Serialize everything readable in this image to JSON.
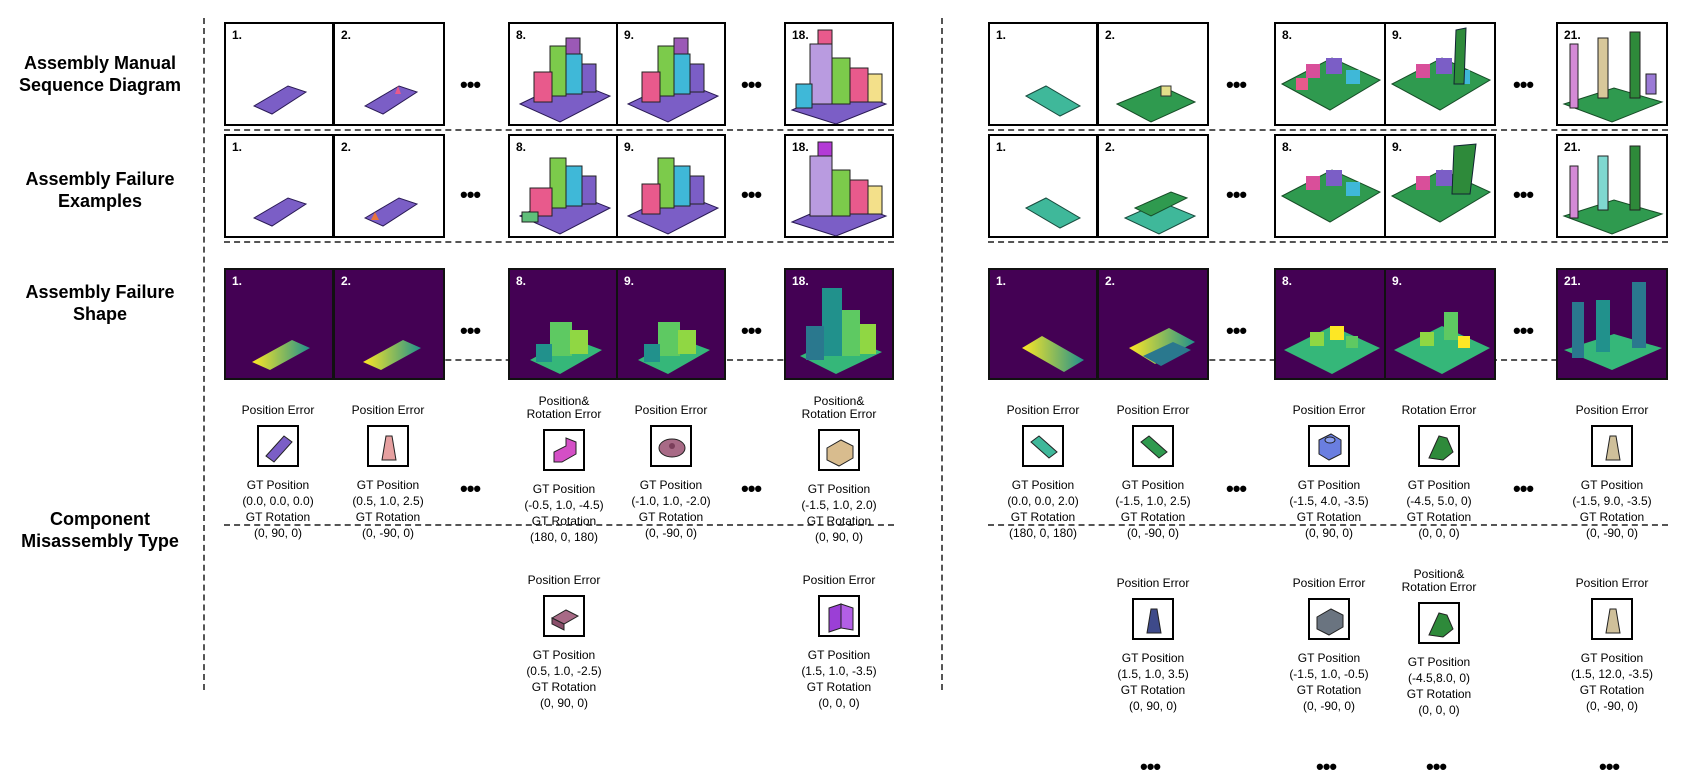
{
  "row_labels": {
    "manual": "Assembly Manual\nSequence Diagram",
    "failure_examples": "Assembly Failure\nExamples",
    "failure_shape": "Assembly Failure\nShape",
    "misassembly": "Component\nMisassembly Type"
  },
  "ellipsis": "•••",
  "left": {
    "steps": [
      "1.",
      "2.",
      "8.",
      "9.",
      "18."
    ],
    "colors": {
      "base": "#7b5ec6",
      "accent": "#e85a8c",
      "green": "#7ccb4b"
    },
    "cards_row1": [
      {
        "error": "Position Error",
        "icon": "purple-plate-icon",
        "gt_pos_label": "GT Position",
        "gt_pos": "(0.0, 0.0, 0.0)",
        "gt_rot_label": "GT Rotation",
        "gt_rot": "(0, 90, 0)"
      },
      {
        "error": "Position Error",
        "icon": "pink-cone-icon",
        "gt_pos_label": "GT Position",
        "gt_pos": "(0.5, 1.0, 2.5)",
        "gt_rot_label": "GT Rotation",
        "gt_rot": "(0, -90, 0)"
      },
      {
        "error": "Position&\nRotation Error",
        "icon": "magenta-bracket-icon",
        "gt_pos_label": "GT Position",
        "gt_pos": "(-0.5, 1.0, -4.5)",
        "gt_rot_label": "GT Rotation",
        "gt_rot": "(180, 0, 180)"
      },
      {
        "error": "Position Error",
        "icon": "mauve-round-plate-icon",
        "gt_pos_label": "GT Position",
        "gt_pos": "(-1.0, 1.0, -2.0)",
        "gt_rot_label": "GT Rotation",
        "gt_rot": "(0, -90, 0)"
      },
      {
        "error": "Position&\nRotation Error",
        "icon": "tan-brick-icon",
        "gt_pos_label": "GT Position",
        "gt_pos": "(-1.5, 1.0, 2.0)",
        "gt_rot_label": "GT Rotation",
        "gt_rot": "(0, 90, 0)"
      }
    ],
    "cards_row2": [
      {
        "error": "Position Error",
        "icon": "mauve-square-plate-icon",
        "gt_pos_label": "GT Position",
        "gt_pos": "(0.5, 1.0, -2.5)",
        "gt_rot_label": "GT Rotation",
        "gt_rot": "(0, 90, 0)"
      },
      {
        "error": "Position Error",
        "icon": "purple-book-icon",
        "gt_pos_label": "GT Position",
        "gt_pos": "(1.5, 1.0, -3.5)",
        "gt_rot_label": "GT Rotation",
        "gt_rot": "(0, 0, 0)"
      }
    ]
  },
  "right": {
    "steps": [
      "1.",
      "2.",
      "8.",
      "9.",
      "21."
    ],
    "colors": {
      "base": "#3fb89a",
      "accent": "#2f9a4f",
      "green": "#2e8a3a"
    },
    "cards_row1": [
      {
        "error": "Position Error",
        "icon": "teal-plate-icon",
        "gt_pos_label": "GT Position",
        "gt_pos": "(0.0, 0.0, 2.0)",
        "gt_rot_label": "GT Rotation",
        "gt_rot": "(180, 0, 180)"
      },
      {
        "error": "Position Error",
        "icon": "green-plate-icon",
        "gt_pos_label": "GT Position",
        "gt_pos": "(-1.5, 1.0, 2.5)",
        "gt_rot_label": "GT Rotation",
        "gt_rot": "(0, -90, 0)"
      },
      {
        "error": "Position Error",
        "icon": "blue-brick-icon",
        "gt_pos_label": "GT Position",
        "gt_pos": "(-1.5, 4.0, -3.5)",
        "gt_rot_label": "GT Rotation",
        "gt_rot": "(0, 90, 0)"
      },
      {
        "error": "Rotation Error",
        "icon": "green-slope-icon",
        "gt_pos_label": "GT Position",
        "gt_pos": "(-4.5, 5.0, 0)",
        "gt_rot_label": "GT Rotation",
        "gt_rot": "(0, 0, 0)"
      },
      {
        "error": "Position Error",
        "icon": "tan-cone-icon",
        "gt_pos_label": "GT Position",
        "gt_pos": "(-1.5, 9.0, -3.5)",
        "gt_rot_label": "GT Rotation",
        "gt_rot": "(0, -90, 0)"
      }
    ],
    "cards_row2": [
      {
        "error": "Position Error",
        "icon": "navy-cone-icon",
        "gt_pos_label": "GT Position",
        "gt_pos": "(1.5, 1.0, 3.5)",
        "gt_rot_label": "GT Rotation",
        "gt_rot": "(0, 90, 0)"
      },
      {
        "error": "Position Error",
        "icon": "gray-brick-icon",
        "gt_pos_label": "GT Position",
        "gt_pos": "(-1.5, 1.0, -0.5)",
        "gt_rot_label": "GT Rotation",
        "gt_rot": "(0, -90, 0)"
      },
      {
        "error": "Position&\nRotation Error",
        "icon": "green-slope-icon",
        "gt_pos_label": "GT Position",
        "gt_pos": "(-4.5,8.0, 0)",
        "gt_rot_label": "GT Rotation",
        "gt_rot": "(0, 0, 0)"
      },
      {
        "error": "Position Error",
        "icon": "tan-cone-icon",
        "gt_pos_label": "GT Position",
        "gt_pos": "(1.5, 12.0, -3.5)",
        "gt_rot_label": "GT Rotation",
        "gt_rot": "(0, -90, 0)"
      }
    ]
  }
}
